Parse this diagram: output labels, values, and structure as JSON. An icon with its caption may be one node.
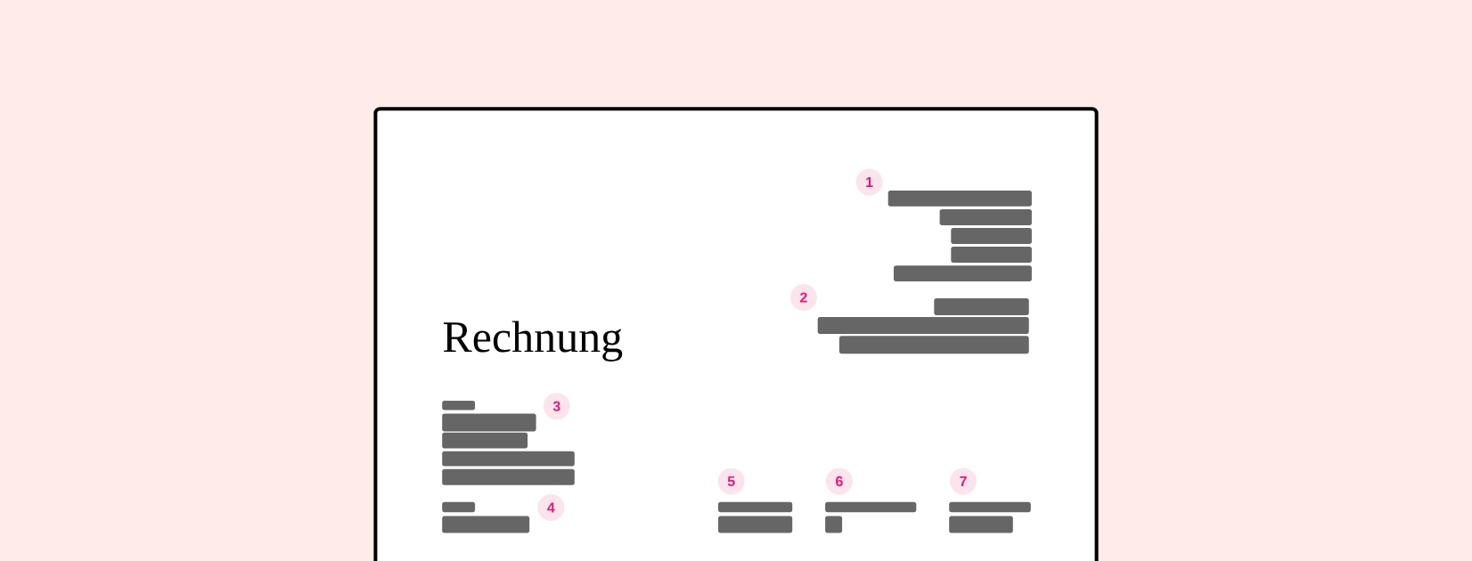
{
  "diagram": {
    "labels": [
      "Rechnung",
      "1",
      "2",
      "3",
      "4",
      "5",
      "6",
      "7"
    ]
  }
}
